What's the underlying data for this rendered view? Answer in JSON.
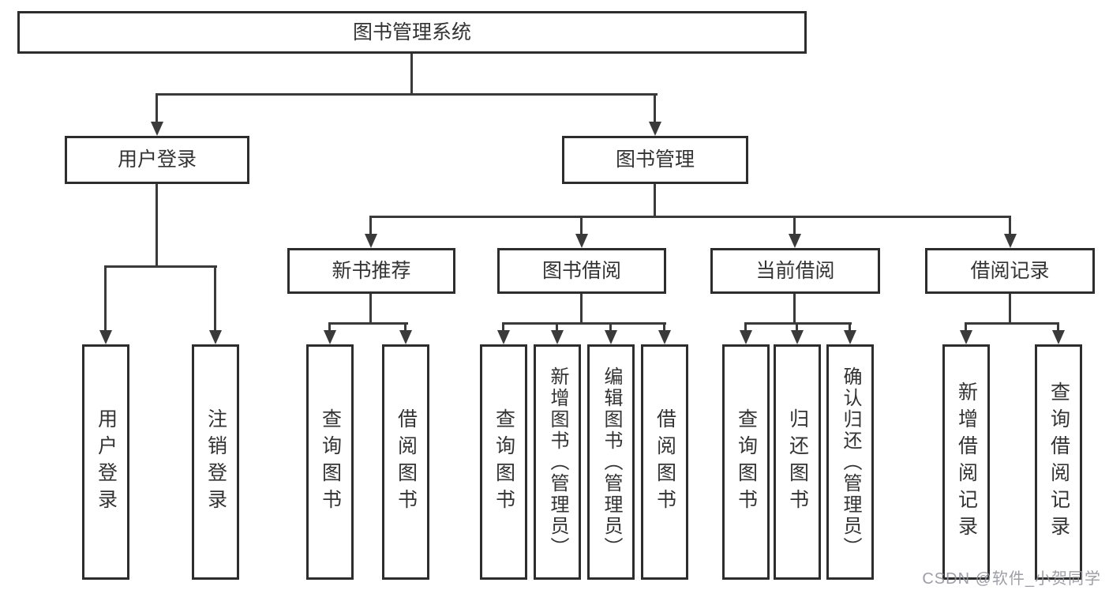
{
  "nodes": {
    "root": "图书管理系统",
    "login": "用户登录",
    "mgmt": "图书管理",
    "login_children": [
      "用户登录",
      "注销登录"
    ],
    "mgmt_children": [
      "新书推荐",
      "图书借阅",
      "当前借阅",
      "借阅记录"
    ],
    "recommend_children": [
      "查询图书",
      "借阅图书"
    ],
    "borrow_children": [
      "查询图书",
      "新增图书（管理员）",
      "编辑图书（管理员）",
      "借阅图书"
    ],
    "current_children": [
      "查询图书",
      "归还图书",
      "确认归还（管理员）"
    ],
    "record_children": [
      "新增借阅记录",
      "查询借阅记录"
    ]
  },
  "watermark": "CSDN @软件_小贺同学",
  "colors": {
    "line": "#3a3a3a",
    "border": "#2d2d2d",
    "text": "#333333",
    "watermark": "#94949c",
    "background": "#ffffff"
  }
}
